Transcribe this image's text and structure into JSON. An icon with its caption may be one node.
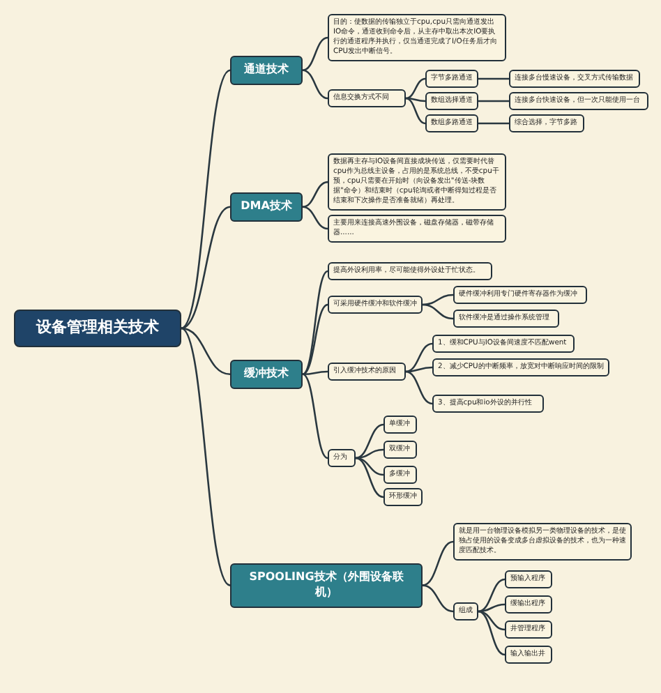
{
  "diagram": {
    "nodes": [
      {
        "text": [
          "设备管理相关技术"
        ]
      },
      {
        "text": [
          "通道技术"
        ]
      },
      {
        "text": [
          "目的：使数据的传输独立于cpu,cpu只需向通道发出IO命令，通道收到命令后，从主存中取出本次IO要执行的通道程序并执行，仅当通道完成了I/O任务后才向CPU发出中断信号。"
        ]
      },
      {
        "text": [
          "信息交换方式不同"
        ]
      },
      {
        "text": [
          "字节多路通道"
        ]
      },
      {
        "text": [
          "连接多台慢速设备，交叉方式传输数据"
        ]
      },
      {
        "text": [
          "数组选择通道"
        ]
      },
      {
        "text": [
          "连接多台快速设备，但一次只能使用一台"
        ]
      },
      {
        "text": [
          "数组多路通道"
        ]
      },
      {
        "text": [
          "综合选择，字节多路"
        ]
      },
      {
        "text": [
          "DMA技术"
        ]
      },
      {
        "text": [
          "数据再主存与IO设备间直接成块传送，仅需要时代替cpu作为总线主设备，占用的是系统总线，不受cpu干预，cpu只需要在开始时（向设备发出\"传送-块数据\"命令）和结束时（cpu轮询或者中断得知过程是否结束和下次操作是否准备就绪）再处理。"
        ]
      },
      {
        "text": [
          "主要用来连接高速外围设备，磁盘存储器，磁带存储器......"
        ]
      },
      {
        "text": [
          "缓冲技术"
        ]
      },
      {
        "text": [
          "提高外设利用率，尽可能使得外设处于忙状态。"
        ]
      },
      {
        "text": [
          "可采用硬件缓冲和软件缓冲"
        ]
      },
      {
        "text": [
          "硬件缓冲利用专门硬件寄存器作为缓冲"
        ]
      },
      {
        "text": [
          "软件缓冲是通过操作系统管理"
        ]
      },
      {
        "text": [
          "引入缓冲技术的原因"
        ]
      },
      {
        "text": [
          "1、缓和CPU与IO设备间速度不匹配went"
        ]
      },
      {
        "text": [
          "2、减少CPU的中断频率，放宽对中断响应时间的限制"
        ]
      },
      {
        "text": [
          "3、提高cpu和io外设的并行性"
        ]
      },
      {
        "text": [
          "分为"
        ]
      },
      {
        "text": [
          "单缓冲"
        ]
      },
      {
        "text": [
          "双缓冲"
        ]
      },
      {
        "text": [
          "多缓冲"
        ]
      },
      {
        "text": [
          "环形缓冲"
        ]
      },
      {
        "text": [
          "SPOOLING技术（外围设备联机）"
        ]
      },
      {
        "text": [
          "就是用一台物理设备模拟另一类物理设备的技术，是使独占使用的设备变成多台虚拟设备的技术，也为一种速度匹配技术。"
        ]
      },
      {
        "text": [
          "组成"
        ]
      },
      {
        "text": [
          "预输入程序"
        ]
      },
      {
        "text": [
          "缓输出程序"
        ]
      },
      {
        "text": [
          "井管理程序"
        ]
      },
      {
        "text": [
          "输入输出井"
        ]
      }
    ],
    "edges": [
      {
        "from": 0,
        "to": 1,
        "arrow": "none"
      },
      {
        "from": 0,
        "to": 10,
        "arrow": "none"
      },
      {
        "from": 0,
        "to": 13,
        "arrow": "none"
      },
      {
        "from": 0,
        "to": 27,
        "arrow": "none"
      },
      {
        "from": 1,
        "to": 2,
        "arrow": "none"
      },
      {
        "from": 1,
        "to": 3,
        "arrow": "none"
      },
      {
        "from": 3,
        "to": 4,
        "arrow": "none"
      },
      {
        "from": 3,
        "to": 6,
        "arrow": "none"
      },
      {
        "from": 3,
        "to": 8,
        "arrow": "none"
      },
      {
        "from": 4,
        "to": 5,
        "arrow": "none"
      },
      {
        "from": 6,
        "to": 7,
        "arrow": "none"
      },
      {
        "from": 8,
        "to": 9,
        "arrow": "none"
      },
      {
        "from": 10,
        "to": 11,
        "arrow": "none"
      },
      {
        "from": 10,
        "to": 12,
        "arrow": "none"
      },
      {
        "from": 13,
        "to": 14,
        "arrow": "none"
      },
      {
        "from": 13,
        "to": 15,
        "arrow": "none"
      },
      {
        "from": 13,
        "to": 18,
        "arrow": "none"
      },
      {
        "from": 13,
        "to": 22,
        "arrow": "none"
      },
      {
        "from": 15,
        "to": 16,
        "arrow": "none"
      },
      {
        "from": 15,
        "to": 17,
        "arrow": "none"
      },
      {
        "from": 18,
        "to": 19,
        "arrow": "none"
      },
      {
        "from": 18,
        "to": 20,
        "arrow": "none"
      },
      {
        "from": 18,
        "to": 21,
        "arrow": "none"
      },
      {
        "from": 22,
        "to": 23,
        "arrow": "none"
      },
      {
        "from": 22,
        "to": 24,
        "arrow": "none"
      },
      {
        "from": 22,
        "to": 25,
        "arrow": "none"
      },
      {
        "from": 22,
        "to": 26,
        "arrow": "none"
      },
      {
        "from": 27,
        "to": 28,
        "arrow": "none"
      },
      {
        "from": 27,
        "to": 29,
        "arrow": "none"
      },
      {
        "from": 29,
        "to": 30,
        "arrow": "none"
      },
      {
        "from": 29,
        "to": 31,
        "arrow": "none"
      },
      {
        "from": 29,
        "to": 32,
        "arrow": "none"
      },
      {
        "from": 29,
        "to": 33,
        "arrow": "none"
      }
    ]
  }
}
